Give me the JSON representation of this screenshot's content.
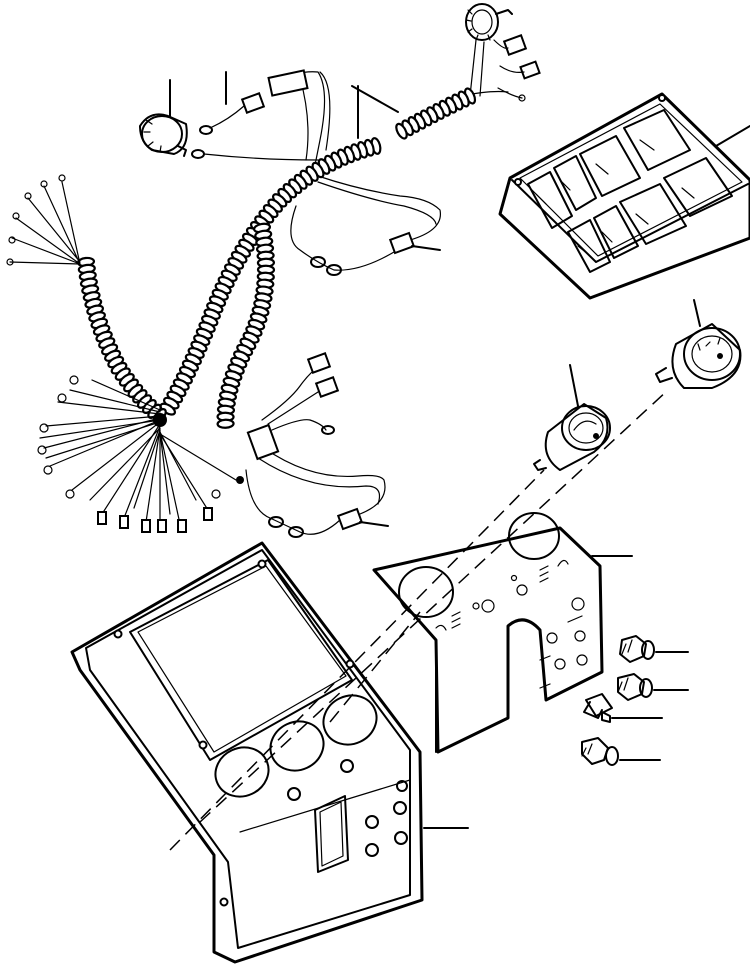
{
  "diagram": {
    "kind": "exploded-parts-illustration",
    "labels": [],
    "components": [
      "wiring-harness",
      "gauge-small-left",
      "gauge-small-top",
      "warning-lamp-panel",
      "gauge-hour-meter",
      "gauge-temperature",
      "inner-instrument-panel",
      "outer-instrument-cover",
      "switch-1",
      "switch-2",
      "switch-3",
      "switch-4"
    ]
  }
}
